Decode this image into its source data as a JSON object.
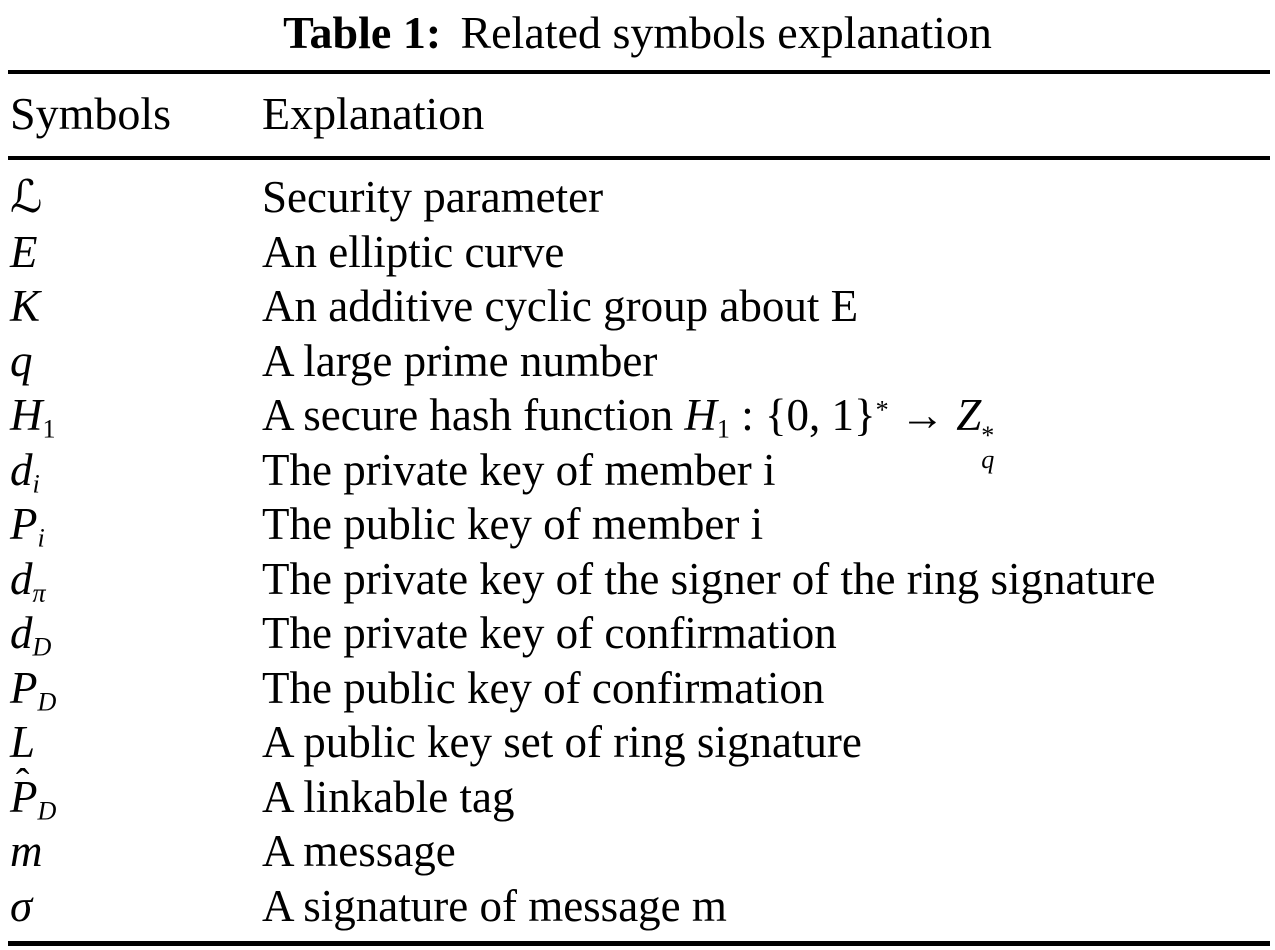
{
  "caption": {
    "label": "Table 1:",
    "text": "Related symbols explanation"
  },
  "header": {
    "symbols": "Symbols",
    "explanation": "Explanation"
  },
  "glyphs": {
    "hat": "ˆ"
  },
  "colors": {
    "text": "#000000",
    "background": "#ffffff",
    "rule": "#000000"
  },
  "rows": [
    {
      "symbol": {
        "base": "ℒ",
        "script": true
      },
      "explanation": [
        {
          "text": "Security parameter"
        }
      ]
    },
    {
      "symbol": {
        "base": "E",
        "italic": true
      },
      "explanation": [
        {
          "text": "An elliptic curve"
        }
      ]
    },
    {
      "symbol": {
        "base": "K",
        "italic": true
      },
      "explanation": [
        {
          "text": "An additive cyclic group about E"
        }
      ]
    },
    {
      "symbol": {
        "base": "q",
        "italic": true
      },
      "explanation": [
        {
          "text": "A large prime number"
        }
      ]
    },
    {
      "symbol": {
        "base": "H",
        "italic": true,
        "sub": "1",
        "subItalic": false
      },
      "explanation": [
        {
          "text": "A secure hash function "
        },
        {
          "math": {
            "base": "H",
            "italic": true,
            "sub": "1",
            "subItalic": false
          }
        },
        {
          "text": " : {0, 1}"
        },
        {
          "math": {
            "base": "",
            "sup": "*"
          }
        },
        {
          "text": " → "
        },
        {
          "math": {
            "base": "Z",
            "italic": true,
            "sup": "*",
            "sub": "q",
            "subItalic": true
          }
        }
      ]
    },
    {
      "symbol": {
        "base": "d",
        "italic": true,
        "sub": "i",
        "subItalic": true
      },
      "explanation": [
        {
          "text": "The private key of member i"
        }
      ]
    },
    {
      "symbol": {
        "base": "P",
        "italic": true,
        "sub": "i",
        "subItalic": true
      },
      "explanation": [
        {
          "text": "The public key of member i"
        }
      ]
    },
    {
      "symbol": {
        "base": "d",
        "italic": true,
        "sub": "π",
        "subItalic": true
      },
      "explanation": [
        {
          "text": "The private key of the signer of the ring signature"
        }
      ]
    },
    {
      "symbol": {
        "base": "d",
        "italic": true,
        "sub": "D",
        "subItalic": true
      },
      "explanation": [
        {
          "text": "The private key of confirmation"
        }
      ]
    },
    {
      "symbol": {
        "base": "P",
        "italic": true,
        "sub": "D",
        "subItalic": true
      },
      "explanation": [
        {
          "text": "The public key of confirmation"
        }
      ]
    },
    {
      "symbol": {
        "base": "L",
        "italic": true
      },
      "explanation": [
        {
          "text": "A public key set of ring signature"
        }
      ]
    },
    {
      "symbol": {
        "base": "P",
        "italic": true,
        "hat": true,
        "sub": "D",
        "subItalic": true
      },
      "explanation": [
        {
          "text": "A linkable tag"
        }
      ]
    },
    {
      "symbol": {
        "base": "m",
        "italic": true
      },
      "explanation": [
        {
          "text": "A message"
        }
      ]
    },
    {
      "symbol": {
        "base": "σ",
        "italic": true
      },
      "explanation": [
        {
          "text": "A signature of message m"
        }
      ]
    }
  ]
}
